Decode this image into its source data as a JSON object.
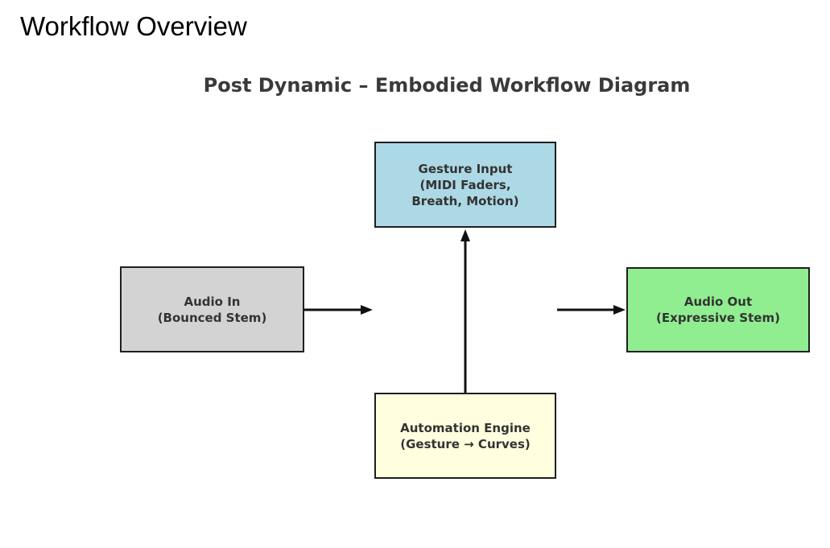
{
  "page": {
    "title": "Workflow Overview"
  },
  "diagram": {
    "title": "Post Dynamic – Embodied Workflow Diagram",
    "colors": {
      "title_text": "#3a3a3a",
      "node_text": "#333333",
      "node_border": "#1f1f1f",
      "arrow": "#111111"
    },
    "nodes": [
      {
        "id": "gesture-input",
        "fill": "#ADD8E6",
        "lines": [
          "Gesture Input",
          "(MIDI Faders,",
          "Breath, Motion)"
        ]
      },
      {
        "id": "audio-in",
        "fill": "#D3D3D3",
        "lines": [
          "Audio In",
          "(Bounced Stem)"
        ]
      },
      {
        "id": "audio-out",
        "fill": "#90EE90",
        "lines": [
          "Audio Out",
          "(Expressive Stem)"
        ]
      },
      {
        "id": "automation-engine",
        "fill": "#FFFFE0",
        "lines": [
          "Automation Engine",
          "(Gesture → Curves)"
        ]
      }
    ],
    "edges": [
      {
        "from": "audio-in",
        "to": "center",
        "direction": "right"
      },
      {
        "from": "center",
        "to": "audio-out",
        "direction": "right"
      },
      {
        "from": "automation-engine",
        "to": "gesture-input",
        "direction": "up"
      }
    ]
  }
}
